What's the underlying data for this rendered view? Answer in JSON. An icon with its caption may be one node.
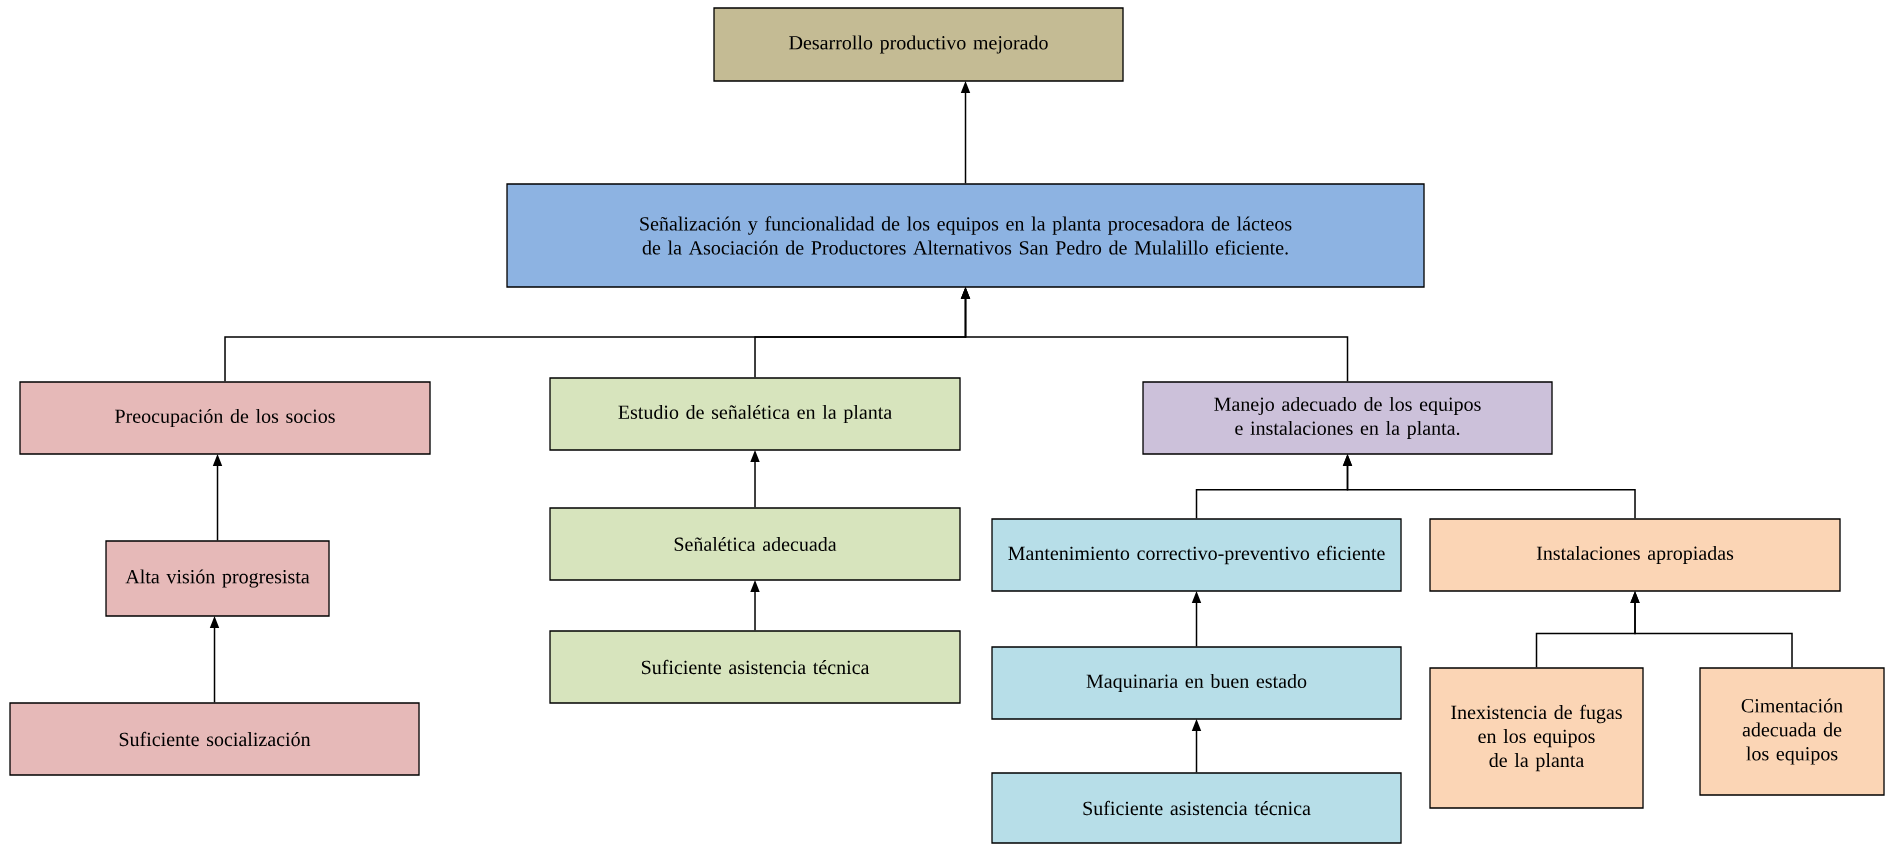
{
  "diagram": {
    "nodes": [
      {
        "text": [
          "Desarrollo productivo mejorado"
        ]
      },
      {
        "text": [
          "Señalización y funcionalidad de los equipos en la planta procesadora de lácteos de la Asociación de Productores Alternativos San Pedro de Mulalillo eficiente."
        ]
      },
      {
        "text": [
          "Preocupación de los socios"
        ]
      },
      {
        "text": [
          "Estudio de señalética en la planta"
        ]
      },
      {
        "text": [
          "Manejo adecuado de los equipos e instalaciones en la planta."
        ]
      },
      {
        "text": [
          "Alta visión progresista"
        ]
      },
      {
        "text": [
          "Señalética adecuada"
        ]
      },
      {
        "text": [
          "Mantenimiento correctivo-preventivo eficiente"
        ]
      },
      {
        "text": [
          "Instalaciones apropiadas"
        ]
      },
      {
        "text": [
          "Suficiente socialización"
        ]
      },
      {
        "text": [
          "Suficiente asistencia técnica"
        ]
      },
      {
        "text": [
          "Maquinaria en buen estado"
        ]
      },
      {
        "text": [
          "Inexistencia de fugas en los equipos de la planta"
        ]
      },
      {
        "text": [
          "Cimentación adecuada de los equipos"
        ]
      },
      {
        "text": [
          "Suficiente asistencia técnica"
        ]
      }
    ],
    "edges": [
      {
        "from": 1,
        "to": 0,
        "arrow": "to"
      },
      {
        "from": 2,
        "to": 1,
        "arrow": "to"
      },
      {
        "from": 3,
        "to": 1,
        "arrow": "to"
      },
      {
        "from": 4,
        "to": 1,
        "arrow": "to"
      },
      {
        "from": 5,
        "to": 2,
        "arrow": "to"
      },
      {
        "from": 9,
        "to": 5,
        "arrow": "to"
      },
      {
        "from": 6,
        "to": 3,
        "arrow": "to"
      },
      {
        "from": 10,
        "to": 6,
        "arrow": "to"
      },
      {
        "from": 7,
        "to": 4,
        "arrow": "to"
      },
      {
        "from": 8,
        "to": 4,
        "arrow": "to"
      },
      {
        "from": 11,
        "to": 7,
        "arrow": "to"
      },
      {
        "from": 14,
        "to": 11,
        "arrow": "to"
      },
      {
        "from": 12,
        "to": 8,
        "arrow": "to"
      },
      {
        "from": 13,
        "to": 8,
        "arrow": "to"
      }
    ]
  }
}
